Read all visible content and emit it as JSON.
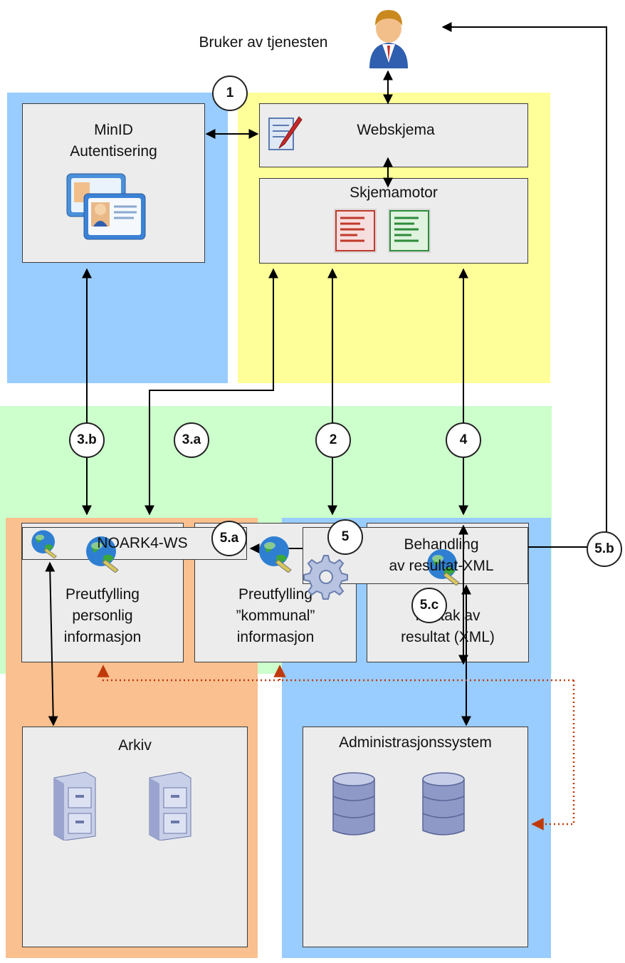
{
  "colors": {
    "blue_zone": "#99ccff",
    "yellow_zone": "#ffff99",
    "green_zone": "#ccffcc",
    "orange_zone": "#fac090",
    "box_fill": "#ececec",
    "dotted_arrow": "#c0390b"
  },
  "user": {
    "label": "Bruker av tjenesten",
    "icon": "user-icon"
  },
  "boxes": {
    "minid": {
      "line1": "MinID",
      "line2": "Autentisering",
      "icon": "id-cards-icon"
    },
    "webskjema": {
      "label": "Webskjema",
      "icon": "form-pen-icon"
    },
    "skjemamotor": {
      "label": "Skjemamotor",
      "icon": "form-documents-icon"
    },
    "preutfylling_personlig": {
      "line1": "Preutfylling",
      "line2": "personlig",
      "line3": "informasjon",
      "icon": "webservice-globe-icon"
    },
    "preutfylling_kommunal": {
      "line1": "Preutfylling",
      "line2": "”kommunal”",
      "line3": "informasjon",
      "icon": "webservice-globe-icon"
    },
    "mottak": {
      "line1": "Mottak av",
      "line2": "resultat (XML)",
      "icon": "webservice-globe-icon"
    },
    "noark": {
      "label": "NOARK4-WS",
      "icon": "webservice-globe-icon"
    },
    "behandling": {
      "line1": "Behandling",
      "line2": "av resultat-XML",
      "icon": "gear-icon"
    },
    "arkiv": {
      "label": "Arkiv",
      "icon": "file-cabinet-icon"
    },
    "admin": {
      "label": "Administrasjonssystem",
      "icon": "database-icon"
    }
  },
  "steps": {
    "s1": "1",
    "s2": "2",
    "s3a": "3.a",
    "s3b": "3.b",
    "s4": "4",
    "s5": "5",
    "s5a": "5.a",
    "s5b": "5.b",
    "s5c": "5.c"
  }
}
